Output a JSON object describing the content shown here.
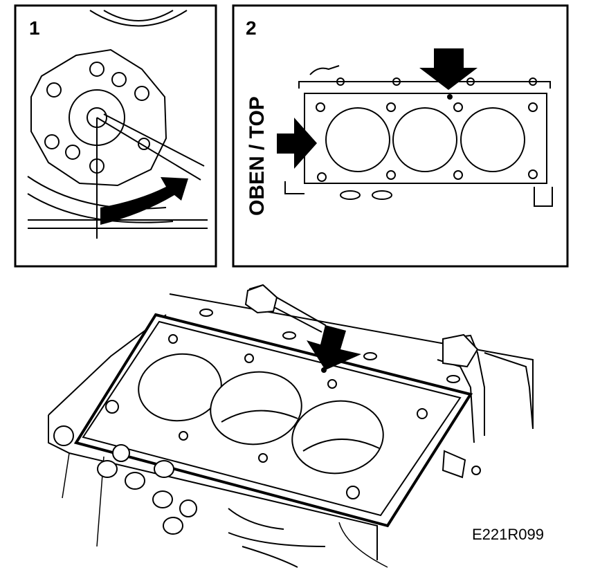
{
  "panels": [
    {
      "number": "1"
    },
    {
      "number": "2",
      "side_label": "OBEN / TOP"
    }
  ],
  "figure_code": "E221R099",
  "colors": {
    "ink": "#000000",
    "paper": "#ffffff"
  },
  "icons": [
    "arrow-icon"
  ]
}
